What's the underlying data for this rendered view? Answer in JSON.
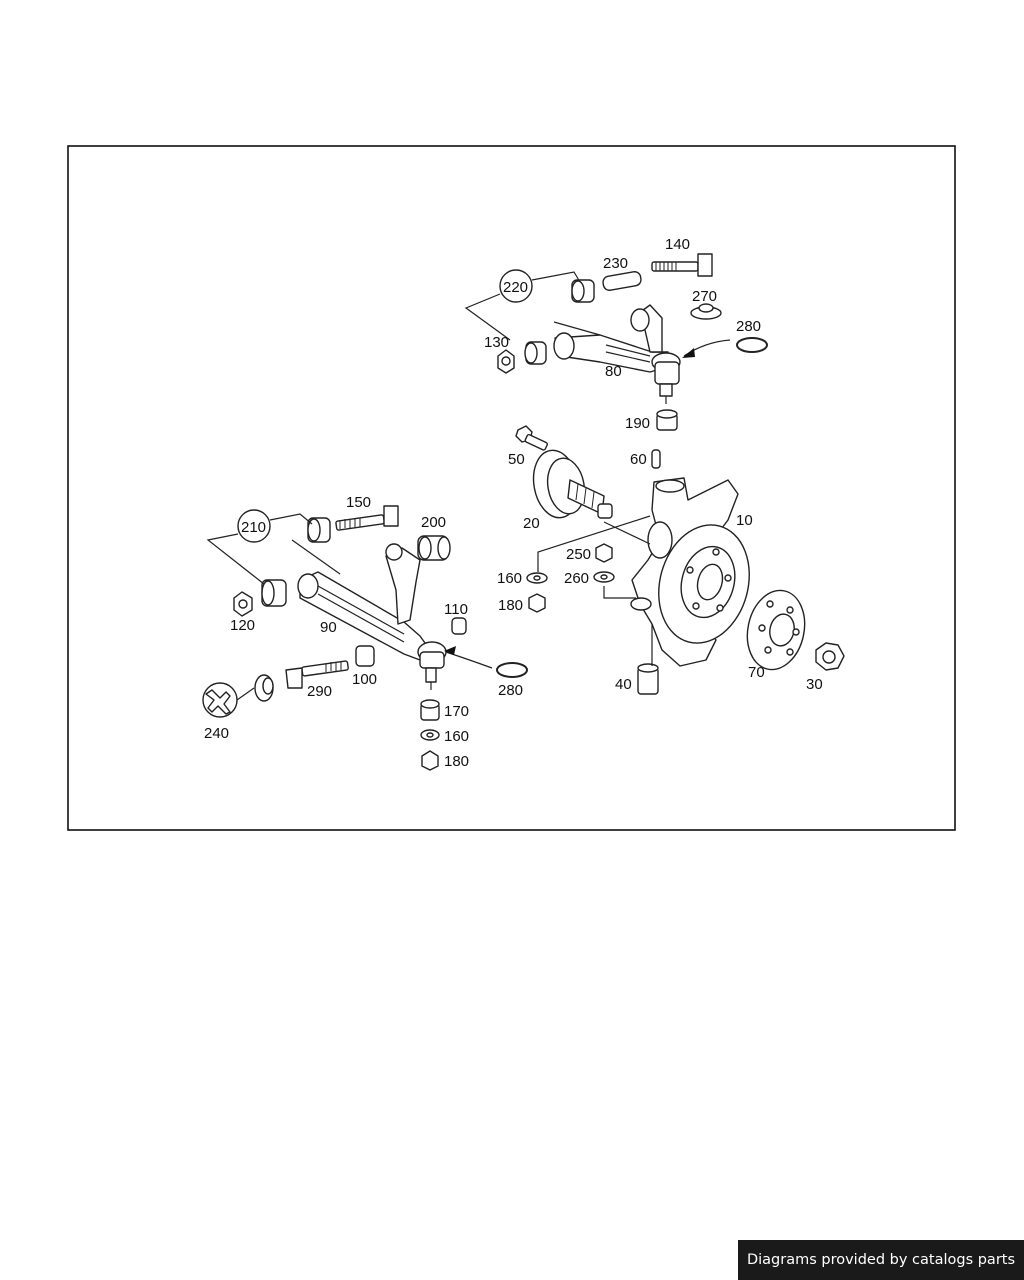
{
  "footer": {
    "text": "Diagrams provided by catalogs parts"
  },
  "labels": {
    "p10": "10",
    "p20": "20",
    "p30": "30",
    "p40": "40",
    "p50": "50",
    "p60": "60",
    "p70": "70",
    "p80": "80",
    "p90": "90",
    "p100": "100",
    "p110": "110",
    "p120": "120",
    "p130": "130",
    "p140": "140",
    "p150": "150",
    "p160a": "160",
    "p160b": "160",
    "p170": "170",
    "p180a": "180",
    "p180b": "180",
    "p190": "190",
    "p200": "200",
    "p210": "210",
    "p220": "220",
    "p230": "230",
    "p240": "240",
    "p250": "250",
    "p260": "260",
    "p270": "270",
    "p280a": "280",
    "p280b": "280",
    "p290": "290"
  },
  "icons": {
    "tool": "wrench-icon"
  }
}
